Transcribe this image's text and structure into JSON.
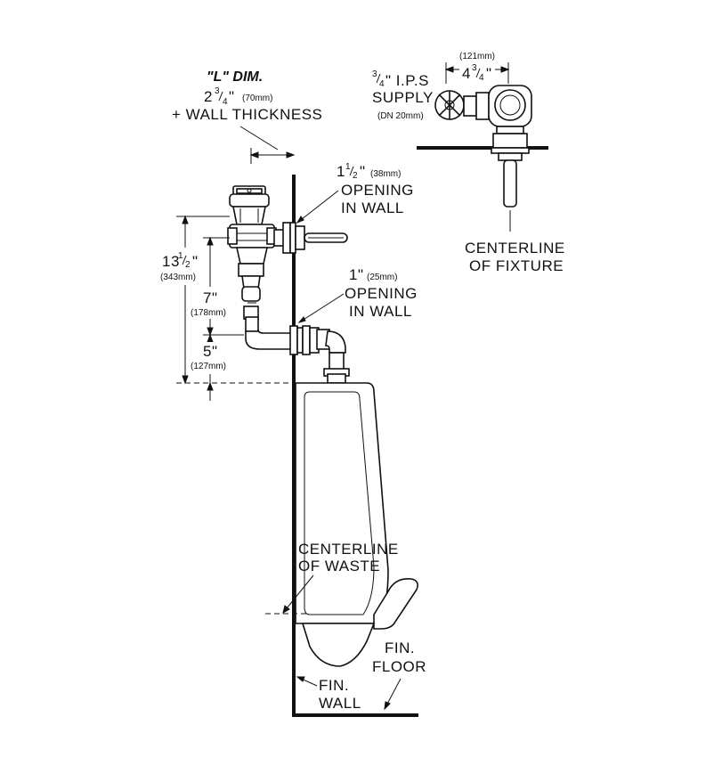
{
  "l_dim": {
    "title": "\"L\" DIM.",
    "main": "2",
    "frac_num": "3",
    "frac_den": "4",
    "unit": "\"",
    "mm": "(70mm)",
    "line2": "+ WALL THICKNESS"
  },
  "supply_plan": {
    "dim_mm": "(121mm)",
    "dim_main": "4",
    "dim_num": "3",
    "dim_den": "4",
    "dim_unit": "\"",
    "supply_num": "3",
    "supply_den": "4",
    "supply_line1": "\" I.P.S",
    "supply_line2": "SUPPLY",
    "supply_mm": "(DN 20mm)",
    "centerline_line1": "CENTERLINE",
    "centerline_line2": "OF FIXTURE"
  },
  "opening_38": {
    "main": "1",
    "frac_num": "1",
    "frac_den": "2",
    "unit": "\"",
    "mm": "(38mm)",
    "line2": "OPENING",
    "line3": "IN WALL"
  },
  "opening_25": {
    "main": "1\"",
    "mm": "(25mm)",
    "line2": "OPENING",
    "line3": "IN WALL"
  },
  "dims": {
    "d13_main": "13",
    "d13_num": "1",
    "d13_den": "2",
    "d13_unit": "\"",
    "d13_mm": "(343mm)",
    "d7": "7\"",
    "d7_mm": "(178mm)",
    "d5": "5\"",
    "d5_mm": "(127mm)"
  },
  "waste": {
    "line1": "CENTERLINE",
    "line2": "OF WASTE"
  },
  "floor": {
    "line1": "FIN.",
    "line2": "FLOOR"
  },
  "wall": {
    "line1": "FIN.",
    "line2": "WALL"
  }
}
